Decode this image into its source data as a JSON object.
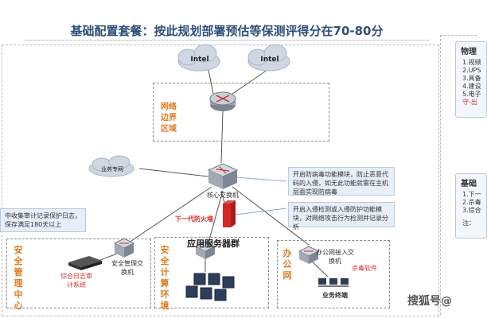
{
  "title": "基础配置套餐：按此规划部署预估等保测评得分在70-80分",
  "clouds": [
    "Intel",
    "Intel"
  ],
  "zones": {
    "border": "网络边界区域",
    "security_mgmt": "安全管理中心",
    "compute": "安全计算环境",
    "office": "办公网"
  },
  "labels": {
    "business_private": "业务专网",
    "core_switch": "核心交换机",
    "firewall": "下一代防火墙",
    "app_cluster": "应用服务器群",
    "sec_mgmt_switch": "安全管理交换机",
    "audit": "综合日志审计系统",
    "office_switch": "办公网接入交换机",
    "antivirus": "杀毒软件",
    "terminals": "业务终端"
  },
  "notes": {
    "av": "开启防病毒功能模块，防止恶意代码的入侵，如无此功能就需在主机层面实现防病毒",
    "ips": "开启入侵检测或入侵防护功能模块，对网络攻击行为检测并记录分析",
    "audit": "中收集审计记录保护日志，保存满足180天以上"
  },
  "side_cards": [
    {
      "title": "物理",
      "items": [
        "1.视频",
        "2.UPS",
        "3.具备",
        "4.建设",
        "5.电子"
      ],
      "footer": "守-出"
    },
    {
      "title": "基础",
      "items": [
        "1.下一",
        "2.杀毒",
        "3.综合"
      ],
      "footer": "注："
    }
  ],
  "watermark": "搜狐号@",
  "colors": {
    "title": "#2f4f7a",
    "zone_label": "#e07a1f",
    "warning_red": "#d23030",
    "note_fill": "#e6eef8",
    "link_line": "#555555"
  },
  "icons": {
    "router": "router-icon",
    "switch": "switch-icon",
    "firewall": "firewall-icon",
    "server": "server-icon",
    "cloud": "cloud-icon",
    "terminal": "computer-icon",
    "appliance": "audit-appliance-icon"
  }
}
